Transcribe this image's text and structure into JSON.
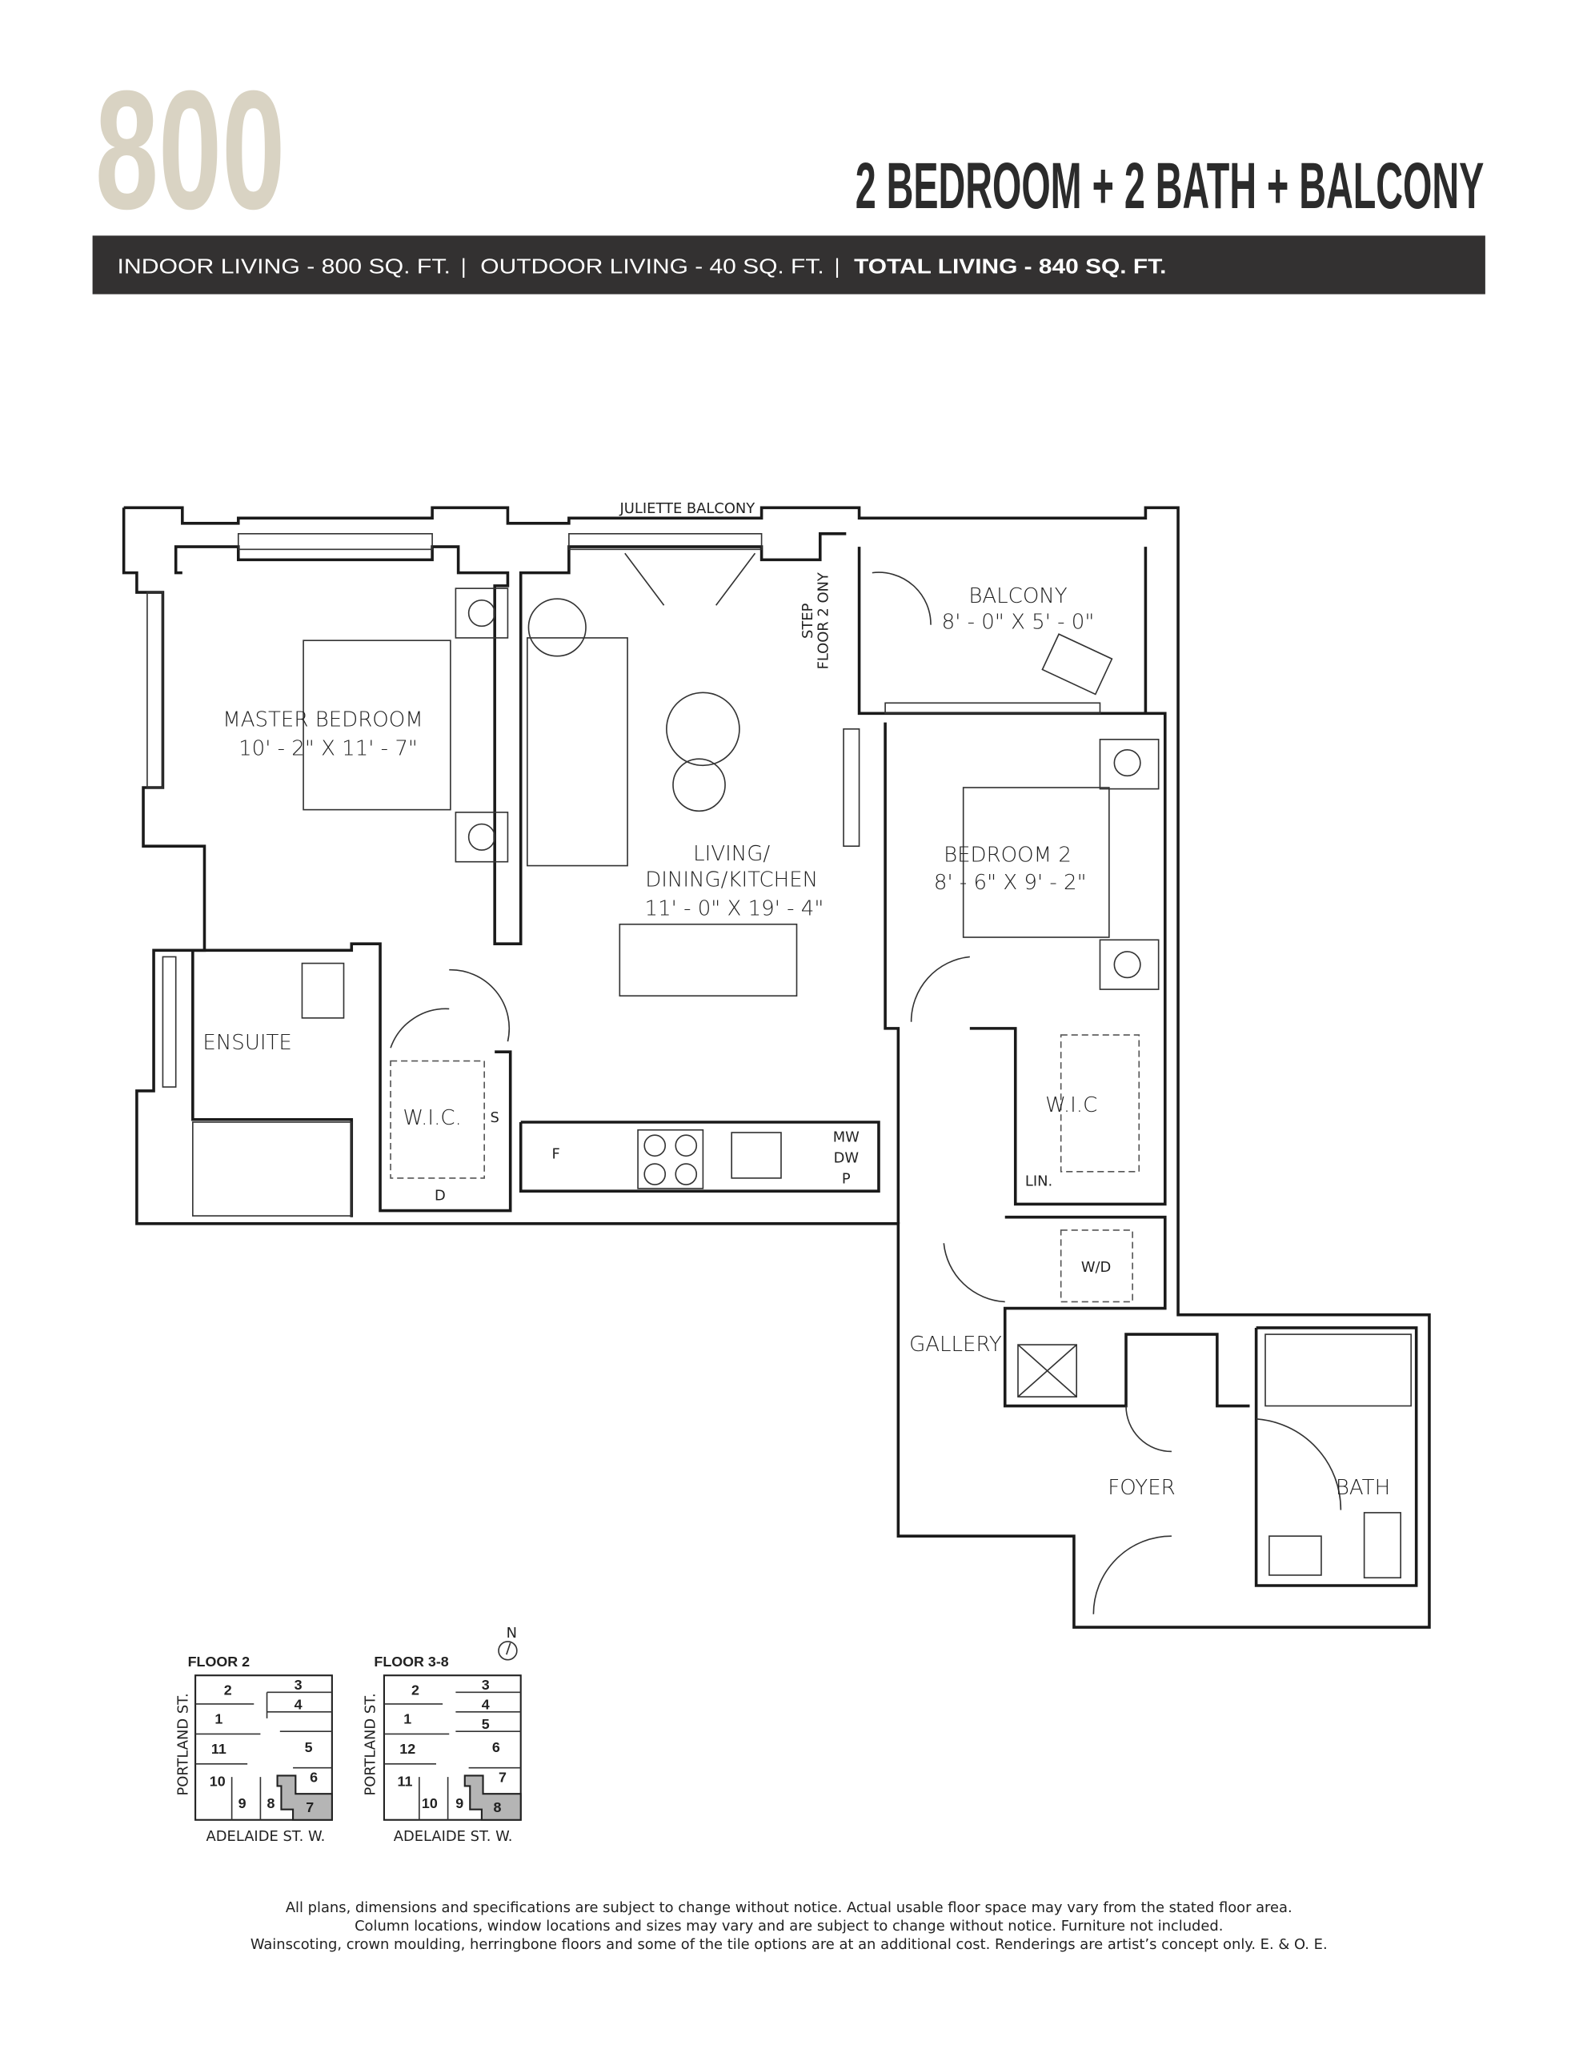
{
  "header": {
    "unit_number": "800",
    "unit_type": "2 BEDROOM + 2 BATH + BALCONY",
    "indoor": "INDOOR LIVING - 800 SQ. FT.",
    "separator": "|",
    "outdoor": "OUTDOOR LIVING - 40 SQ. FT.",
    "total": "TOTAL LIVING - 840 SQ. FT."
  },
  "colors": {
    "unit_number": "#d9d3c3",
    "bar": "#333131",
    "highlight": "#b5b5b5"
  },
  "plan": {
    "juliette": "JULIETTE BALCONY",
    "step": [
      "STEP",
      "FLOOR 2 ONY"
    ],
    "balcony": {
      "name": "BALCONY",
      "dims": "8' - 0\" X 5' - 0\""
    },
    "master": {
      "name": "MASTER BEDROOM",
      "dims": "10' - 2\" X 11' - 7\""
    },
    "living": {
      "name1": "LIVING/",
      "name2": "DINING/KITCHEN",
      "dims": "11' - 0\" X 19' - 4\""
    },
    "bedroom2": {
      "name": "BEDROOM 2",
      "dims": "8' - 6\" X 9' - 2\""
    },
    "ensuite": "ENSUITE",
    "wic1": "W.I.C.",
    "s": "S",
    "d": "D",
    "f": "F",
    "mw": "MW",
    "dw": "DW",
    "p": "P",
    "wic2": "W.I.C",
    "lin": "LIN.",
    "wd": "W/D",
    "gallery": "GALLERY",
    "foyer": "FOYER",
    "bath": "BATH"
  },
  "keyplan": {
    "north": "N",
    "street_left": "PORTLAND ST.",
    "street_bottom": "ADELAIDE ST. W.",
    "floor2": {
      "title": "FLOOR 2",
      "units": [
        "2",
        "3",
        "4",
        "1",
        "11",
        "5",
        "10",
        "6",
        "9",
        "8",
        "7"
      ],
      "highlighted": "7"
    },
    "floor3": {
      "title": "FLOOR 3-8",
      "units": [
        "2",
        "3",
        "4",
        "5",
        "1",
        "12",
        "6",
        "11",
        "7",
        "10",
        "9",
        "8"
      ],
      "highlighted": "8"
    }
  },
  "disclaimer": [
    "All plans, dimensions and specifications are subject to change without notice. Actual usable floor space may vary from the stated floor area.",
    "Column locations, window locations and sizes may vary and are subject to change without notice. Furniture not included.",
    "Wainscoting, crown moulding, herringbone floors and some of the tile options are at an additional cost. Renderings are artist’s concept only. E. & O. E."
  ]
}
